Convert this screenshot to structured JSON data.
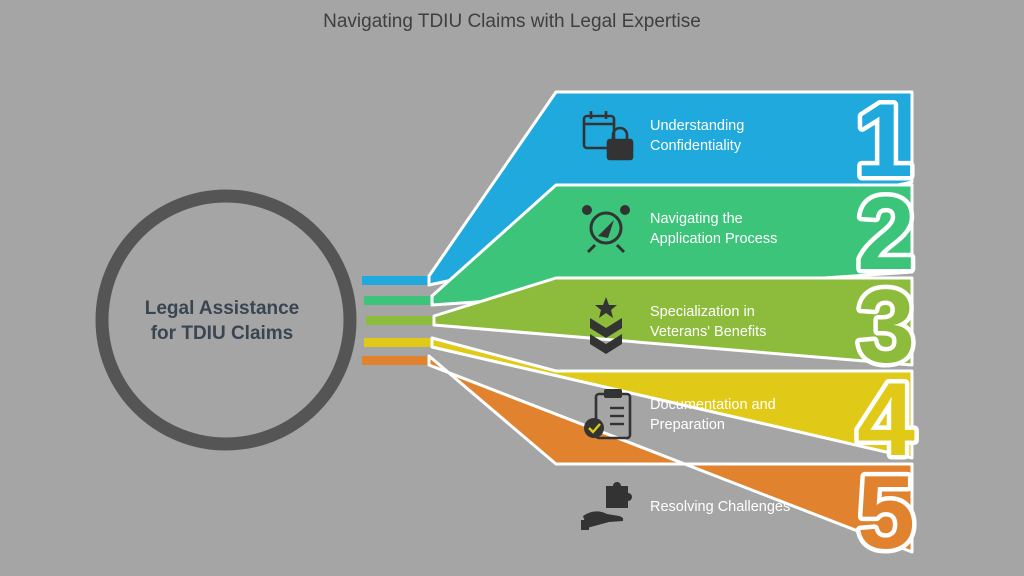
{
  "title": "Navigating TDIU Claims with Legal Expertise",
  "center": {
    "line1": "Legal Assistance",
    "line2": "for TDIU Claims"
  },
  "steps": [
    {
      "number": "1",
      "line1": "Understanding",
      "line2": "Confidentiality",
      "color": "#1fa9dc",
      "icon": "calendar-lock-icon"
    },
    {
      "number": "2",
      "line1": "Navigating the",
      "line2": "Application Process",
      "color": "#3cc57a",
      "icon": "navigation-compass-icon"
    },
    {
      "number": "3",
      "line1": "Specialization in",
      "line2": "Veterans' Benefits",
      "color": "#8dbb3c",
      "icon": "military-rank-icon"
    },
    {
      "number": "4",
      "line1": "Documentation and",
      "line2": "Preparation",
      "color": "#e0c917",
      "icon": "clipboard-check-icon"
    },
    {
      "number": "5",
      "line1": "Resolving Challenges",
      "line2": "",
      "color": "#e1822f",
      "icon": "hand-puzzle-icon"
    }
  ]
}
